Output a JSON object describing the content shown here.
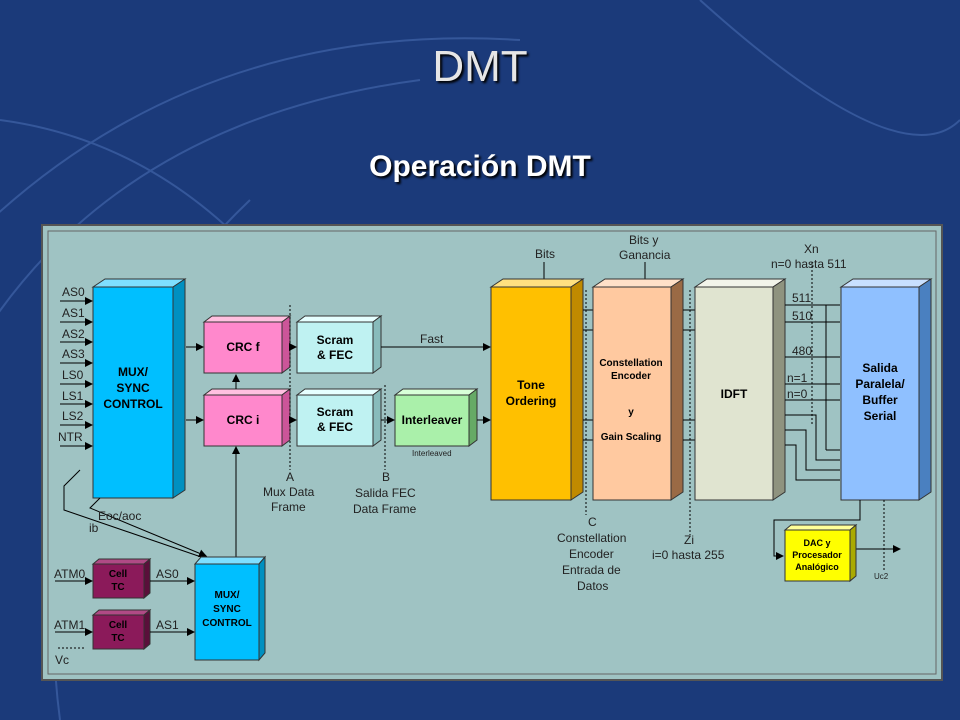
{
  "slide": {
    "title": "DMT",
    "subtitle": "Operación DMT"
  },
  "diagram": {
    "inputs": [
      "AS0",
      "AS1",
      "AS2",
      "AS3",
      "LS0",
      "LS1",
      "LS2",
      "NTR"
    ],
    "mux_top": [
      "MUX/",
      "SYNC",
      "CONTROL"
    ],
    "crc_f": "CRC f",
    "crc_i": "CRC i",
    "scram_fast": [
      "Scram",
      "& FEC"
    ],
    "scram_int": [
      "Scram",
      "& FEC"
    ],
    "fast_label": "Fast",
    "interleaver": "Interleaver",
    "interleaved_label": "Interleaved",
    "tone_ordering": [
      "Tone",
      "Ordering"
    ],
    "bits_label": "Bits",
    "bits_ganancia": [
      "Bits y",
      "Ganancia"
    ],
    "constellation": [
      "Constellation",
      "Encoder",
      "y",
      "Gain Scaling"
    ],
    "idft": "IDFT",
    "xn": [
      "Xn",
      "n=0 hasta 511"
    ],
    "n_labels": [
      "511",
      "510",
      "480",
      "n=1",
      "n=0"
    ],
    "salida": [
      "Salida",
      "Paralela/",
      "Buffer",
      "Serial"
    ],
    "point_a": [
      "A",
      "Mux Data",
      "Frame"
    ],
    "point_b": [
      "B",
      "Salida FEC",
      "Data Frame"
    ],
    "point_c": [
      "C",
      "Constellation",
      "Encoder",
      "Entrada de",
      "Datos"
    ],
    "zi": [
      "Zi",
      "i=0 hasta 255"
    ],
    "dac": [
      "DAC y",
      "Procesador",
      "Analógico"
    ],
    "uc2": "Uc2",
    "eoc": "Eoc/aoc",
    "ib": "ib",
    "atm0": "ATM0",
    "atm1": "ATM1",
    "cell_tc": [
      "Cell",
      "TC"
    ],
    "as0_out": "AS0",
    "as1_out": "AS1",
    "mux_bottom": [
      "MUX/",
      "SYNC",
      "CONTROL"
    ],
    "vc": "Vc"
  },
  "colors": {
    "background": "#1b3a7a",
    "panel": "#9fc3c3",
    "mux": "#00bfff",
    "crc": "#ff88cc",
    "scram": "#bff2f2",
    "interleaver": "#aaf0aa",
    "tone": "#ffc000",
    "constellation": "#ffc9a0",
    "idft": "#e0e4d0",
    "salida": "#8fc0ff",
    "dac": "#ffff00",
    "cell": "#8b1a5a"
  }
}
